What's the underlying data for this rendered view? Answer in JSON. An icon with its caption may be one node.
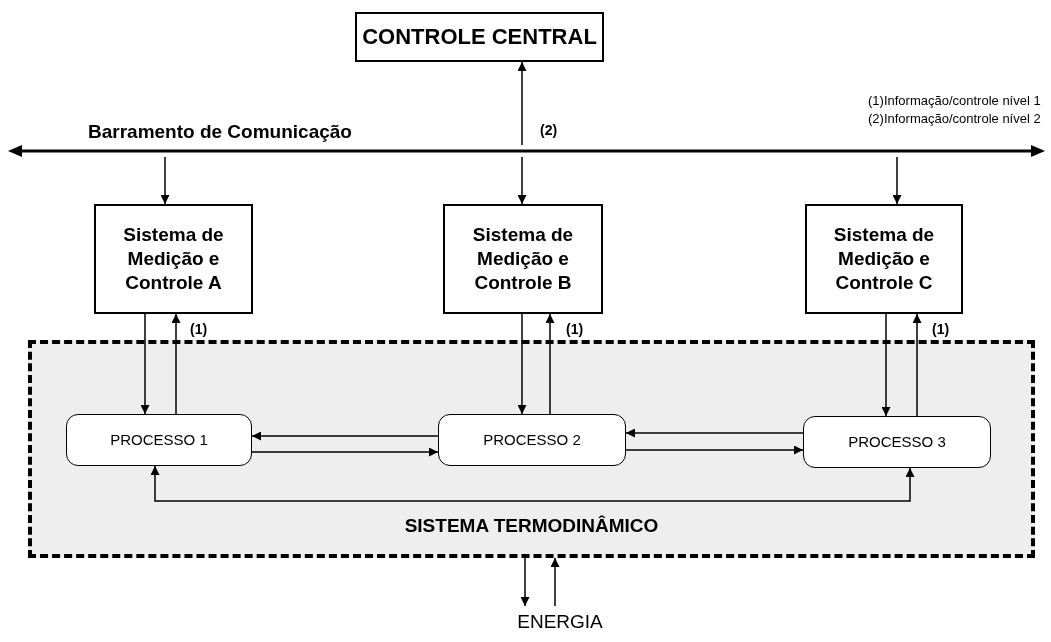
{
  "diagram": {
    "nodes": [
      {
        "text": [
          "CONTROLE CENTRAL"
        ]
      },
      {
        "text": [
          "Barramento de Comunicação"
        ]
      },
      {
        "text": [
          "Sistema de Medição e Controle A"
        ]
      },
      {
        "text": [
          "Sistema de Medição e Controle B"
        ]
      },
      {
        "text": [
          "Sistema de Medição e Controle C"
        ]
      },
      {
        "text": [
          "SISTEMA TERMODINÂMICO"
        ]
      },
      {
        "text": [
          "PROCESSO 1"
        ],
        "in": 5
      },
      {
        "text": [
          "PROCESSO 2"
        ],
        "in": 5
      },
      {
        "text": [
          "PROCESSO 3"
        ],
        "in": 5
      },
      {
        "text": [
          "ENERGIA"
        ]
      }
    ],
    "edges": [
      {
        "from": 1,
        "to": 0,
        "arrow": "to",
        "label": "(2)"
      },
      {
        "from": 1,
        "to": 3,
        "arrow": "to"
      },
      {
        "from": 1,
        "to": 2,
        "arrow": "to"
      },
      {
        "from": 1,
        "to": 4,
        "arrow": "to"
      },
      {
        "from": 2,
        "to": 6,
        "arrow": "to"
      },
      {
        "from": 6,
        "to": 2,
        "arrow": "to",
        "label": "(1)"
      },
      {
        "from": 3,
        "to": 7,
        "arrow": "to"
      },
      {
        "from": 7,
        "to": 3,
        "arrow": "to",
        "label": "(1)"
      },
      {
        "from": 4,
        "to": 8,
        "arrow": "to"
      },
      {
        "from": 8,
        "to": 4,
        "arrow": "to",
        "label": "(1)"
      },
      {
        "from": 7,
        "to": 6,
        "arrow": "to"
      },
      {
        "from": 6,
        "to": 7,
        "arrow": "to"
      },
      {
        "from": 8,
        "to": 7,
        "arrow": "to"
      },
      {
        "from": 7,
        "to": 8,
        "arrow": "to"
      },
      {
        "from": 6,
        "to": 8,
        "arrow": "both"
      },
      {
        "from": 5,
        "to": 9,
        "arrow": "to"
      },
      {
        "from": 9,
        "to": 5,
        "arrow": "to"
      }
    ],
    "labels": [
      "(1)Informação/controle nível 1",
      "(2)Informação/controle nível 2"
    ]
  }
}
